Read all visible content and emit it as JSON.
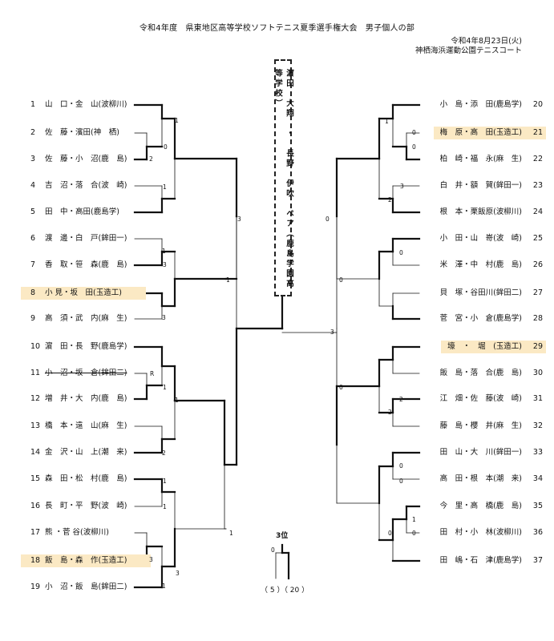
{
  "header": {
    "title": "令和4年度　県東地区高等学校ソフトテニス夏季選手権大会　男子個人の部",
    "date": "令和4年8月23日(火)",
    "venue": "神栖海浜運動公園テニスコート"
  },
  "champion": {
    "text": "濵田　大翔　・　長野　伊吹　ペア（鹿島学園高等学校）"
  },
  "left_players": [
    {
      "seed": "1",
      "name": "山　口・金　山(波柳川)"
    },
    {
      "seed": "2",
      "name": "佐　藤・濱田(神　栖)"
    },
    {
      "seed": "3",
      "name": "佐　藤・小　沼(鹿　島)"
    },
    {
      "seed": "4",
      "name": "吉　沼・落　合(波　崎)"
    },
    {
      "seed": "5",
      "name": "田　中・高田(鹿島学)"
    },
    {
      "seed": "6",
      "name": "渡　邊・白　戸(鉾田一)"
    },
    {
      "seed": "7",
      "name": "香　取・笹　森(鹿　島)"
    },
    {
      "seed": "8",
      "name": "小 見・坂　田(玉造工)"
    },
    {
      "seed": "9",
      "name": "高　須・武　内(麻　生)"
    },
    {
      "seed": "10",
      "name": "濵　田・長　野(鹿島学)"
    },
    {
      "seed": "11",
      "name": "小　沼・坂　倉(鉾田二)"
    },
    {
      "seed": "12",
      "name": "増　井・大　内(鹿　島)"
    },
    {
      "seed": "13",
      "name": "橋　本・遠　山(麻　生)"
    },
    {
      "seed": "14",
      "name": "金　沢・山　上(潮　来)"
    },
    {
      "seed": "15",
      "name": "森　田・松　村(鹿　島)"
    },
    {
      "seed": "16",
      "name": "長　町・平　野(波　崎)"
    },
    {
      "seed": "17",
      "name": "熊 ・菅 谷(波柳川)"
    },
    {
      "seed": "18",
      "name": "飯　島・森　作(玉造工)"
    },
    {
      "seed": "19",
      "name": "小　沼・飯　島(鉾田二)"
    }
  ],
  "right_players": [
    {
      "seed": "20",
      "name": "小　島・添　田(鹿島学)"
    },
    {
      "seed": "21",
      "name": "梅　原・高　田(玉造工)"
    },
    {
      "seed": "22",
      "name": "柏　崎・福　永(麻　生)"
    },
    {
      "seed": "23",
      "name": "白　井・額　賀(鉾田一)"
    },
    {
      "seed": "24",
      "name": "根　本・栗飯原(波柳川)"
    },
    {
      "seed": "25",
      "name": "小　田・山　嵜(波　崎)"
    },
    {
      "seed": "26",
      "name": "米　澤・中　村(鹿　島)"
    },
    {
      "seed": "27",
      "name": "貝　塚・谷田川(鉾田二)"
    },
    {
      "seed": "28",
      "name": "菅　宮・小　倉(鹿島学)"
    },
    {
      "seed": "29",
      "name": "壕　・　堀　(玉造工)"
    },
    {
      "seed": "30",
      "name": "飯　島・落　合(鹿　島)"
    },
    {
      "seed": "31",
      "name": "江　畑・佐　藤(波　崎)"
    },
    {
      "seed": "32",
      "name": "藤　島・櫻　井(麻　生)"
    },
    {
      "seed": "33",
      "name": "田　山・大　川(鉾田一)"
    },
    {
      "seed": "34",
      "name": "高　田・根　本(潮　来)"
    },
    {
      "seed": "35",
      "name": "今　里・高　橋(鹿　島)"
    },
    {
      "seed": "36",
      "name": "田　村・小　林(波柳川)"
    },
    {
      "seed": "37",
      "name": "田　嶋・石　津(鹿島学)"
    }
  ],
  "scores": {
    "l1": "1",
    "l2": "0",
    "l3": "2",
    "l4": "1",
    "l5": "3",
    "l6": "1",
    "l7": "3",
    "l8": "1",
    "l9": "3",
    "l10": "R",
    "l11": "1",
    "l12": "1",
    "l13": "2",
    "l14": "1",
    "l15": "1",
    "l16": "1",
    "l17": "3",
    "l18": "3",
    "l19": "1",
    "r1": "1",
    "r2": "0",
    "r3": "0",
    "r4": "3",
    "r5": "2",
    "r6": "0",
    "r7": "0",
    "r8": "0",
    "r9": "3",
    "r10": "0",
    "r11": "2",
    "r12": "2",
    "r13": "0",
    "r14": "0",
    "r15": "1",
    "r16": "0",
    "r17": "0"
  },
  "third_place": {
    "label": "3位",
    "score": "0",
    "result": "（ 5 ）（ 20 ）"
  },
  "style": {
    "highlight_color": "#fbe9c4",
    "line_color": "#111111"
  }
}
